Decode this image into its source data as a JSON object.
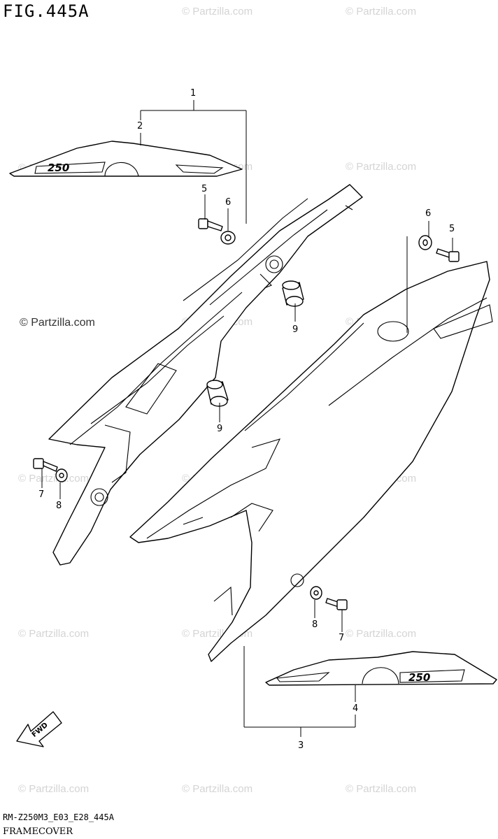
{
  "figure": {
    "title": "FIG.445A",
    "model_code": "RM-Z250M3_E03_E28_445A",
    "caption": "FRAMECOVER"
  },
  "watermark": "© Partzilla.com",
  "callouts": {
    "c1": "1",
    "c2": "2",
    "c3": "3",
    "c4": "4",
    "c5a": "5",
    "c5b": "5",
    "c6a": "6",
    "c6b": "6",
    "c7a": "7",
    "c7b": "7",
    "c8a": "8",
    "c8b": "8",
    "c9a": "9",
    "c9b": "9"
  },
  "decal_text": {
    "top": "250",
    "bottom": "250"
  },
  "fwd_label": "FWD"
}
